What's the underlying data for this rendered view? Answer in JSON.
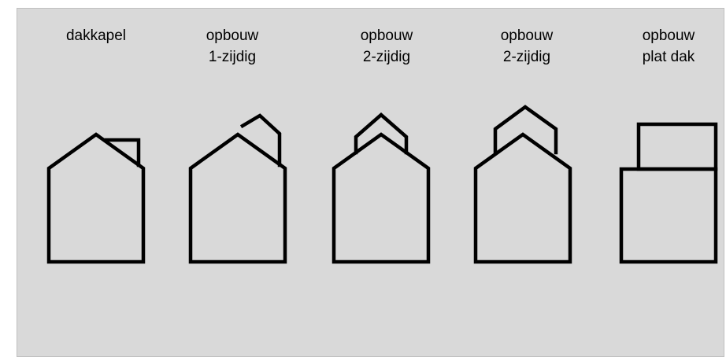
{
  "colors": {
    "background": "#d9d9d9",
    "stroke": "#000000"
  },
  "items": [
    {
      "line1": "dakkapel",
      "line2": ""
    },
    {
      "line1": "opbouw",
      "line2": "1-zijdig"
    },
    {
      "line1": "opbouw",
      "line2": "2-zijdig"
    },
    {
      "line1": "opbouw",
      "line2": "2-zijdig"
    },
    {
      "line1": "opbouw",
      "line2": "plat dak"
    }
  ]
}
